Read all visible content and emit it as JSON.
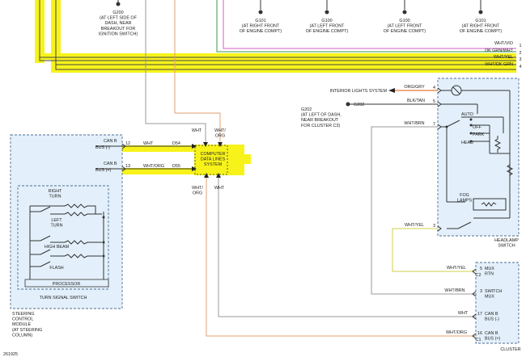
{
  "grounds": [
    {
      "id": "G200",
      "lines": [
        "G200",
        "(AT LEFT SIDE OF",
        "DASH, NEAR",
        "BREAKOUT FOR",
        "IGNITION SWITCH)"
      ]
    },
    {
      "id": "G101a",
      "lines": [
        "G101",
        "(AT RIGHT FRONT",
        "OF ENGINE COMPT)"
      ]
    },
    {
      "id": "G100a",
      "lines": [
        "G100",
        "(AT LEFT FRONT",
        "OF ENGINE COMPT)"
      ]
    },
    {
      "id": "G100b",
      "lines": [
        "G100",
        "(AT LEFT FRONT",
        "OF ENGINE COMPT)"
      ]
    },
    {
      "id": "G101b",
      "lines": [
        "G101",
        "(AT RIGHT FRONT",
        "OF ENGINE COMPT)"
      ]
    }
  ],
  "bus_wires": [
    {
      "num": "1",
      "label": "WHT/VIO"
    },
    {
      "num": "2",
      "label": "DK GRN/WHT"
    },
    {
      "num": "3",
      "label": "WHT/YEL"
    },
    {
      "num": "4",
      "label": "WHT/DK GRN"
    }
  ],
  "steering_module": {
    "pins": [
      {
        "label": "CAN B\nBUS (-)",
        "l1": "CAN B",
        "l2": "BUS (-)",
        "pin": "12",
        "wire": "WHT",
        "circuit": "D54"
      },
      {
        "label": "CAN B\nBUS (+)",
        "l1": "CAN B",
        "l2": "BUS (+)",
        "pin": "13",
        "wire": "WHT/ORG",
        "circuit": "D55"
      }
    ],
    "switch_labels": {
      "right_turn": [
        "RIGHT",
        "TURN"
      ],
      "left_turn": [
        "LEFT",
        "TURN"
      ],
      "high_beam": "HIGH BEAM",
      "flash": "FLASH"
    },
    "processor": "PROCESSOR",
    "turn_switch_title": "TURN SIGNAL SWITCH",
    "module_title": [
      "STEERING",
      "CONTROL",
      "MODULE",
      "(AT STEERING",
      "COLUMN)"
    ]
  },
  "splice": {
    "title": [
      "COMPUTER",
      "DATA LINES",
      "SYSTEM"
    ],
    "top_labels": [
      [
        "WHT"
      ],
      [
        "WHT/",
        "ORG"
      ]
    ],
    "bottom_labels": [
      [
        "WHT/",
        "ORG"
      ],
      [
        "WHT"
      ]
    ]
  },
  "headlamp": {
    "interior_lights": "INTERIOR LIGHTS SYSTEM",
    "pins": [
      {
        "pin": "4",
        "wire": "ORG/GRY"
      },
      {
        "pin": "5",
        "wire": "BLK/TAN"
      },
      {
        "pin": "7",
        "wire": "WHT/BRN"
      },
      {
        "pin": "3",
        "wire": "WHT/YEL"
      }
    ],
    "ground": {
      "id": "G202",
      "lines": [
        "G202",
        "(AT LEFT OF DASH,",
        "NEAR BREAKOUT",
        "FOR CLUSTER C3)"
      ]
    },
    "positions": {
      "auto": "AUTO",
      "off": "OFF",
      "park": "PARK",
      "head": "HEAD",
      "fog": [
        "FOG",
        "LAMPS"
      ]
    },
    "title": [
      "HEADLAMP",
      "SWITCH"
    ]
  },
  "cluster": {
    "pins": [
      {
        "pin": "5",
        "wire": "WHT/YEL",
        "lines": [
          "MUX",
          "RTN"
        ],
        "conn": "C2"
      },
      {
        "pin": "3",
        "wire": "WHT/BRN",
        "lines": [
          "SWITCH",
          "MUX"
        ],
        "conn": ""
      },
      {
        "pin": "17",
        "wire": "WHT",
        "lines": [
          "CAN B",
          "BUS (-)"
        ],
        "conn": ""
      },
      {
        "pin": "16",
        "wire": "WHT/ORG",
        "lines": [
          "CAN B",
          "BUS (+)"
        ],
        "conn": "C1"
      }
    ],
    "title": "CLUSTER"
  },
  "figure_id": "261925",
  "colors": {
    "highlight": "#f7f31a",
    "panel_fill": "#e3f0fb",
    "panel_border": "#4f6e8f",
    "wire_green": "#3a9a44",
    "wire_magenta": "#d35bc1",
    "wire_orange": "#e0a070",
    "wire_yellow": "#cfd14a",
    "wire_gray": "#999999",
    "wire_dark": "#333333"
  }
}
